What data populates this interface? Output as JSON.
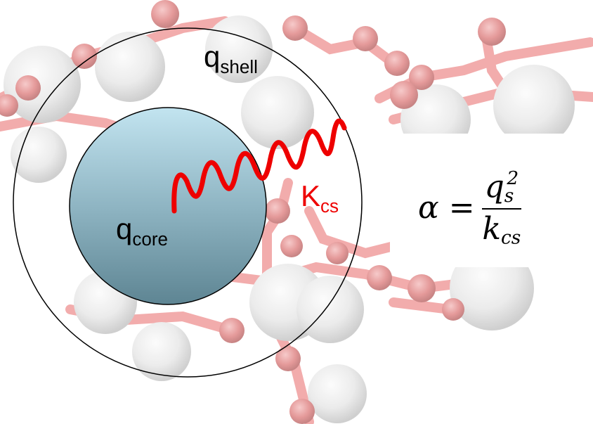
{
  "labels": {
    "shell_base": "q",
    "shell_sub": "shell",
    "core_base": "q",
    "core_sub": "core",
    "spring_base": "K",
    "spring_sub": "cs"
  },
  "formula": {
    "lhs": "α",
    "equals": "=",
    "num_base": "q",
    "num_sub": "s",
    "num_sup": "2",
    "den_base": "k",
    "den_sub": "cs"
  },
  "colors": {
    "spring": "#ee0000",
    "core_top": "#bfe2ee",
    "core_bottom": "#5f8796",
    "bond": "#e05a5a",
    "oxygen": "#c93a3a",
    "sphere": "#d8d8d8"
  },
  "icons": {
    "background": "crystal-lattice-illustration"
  }
}
